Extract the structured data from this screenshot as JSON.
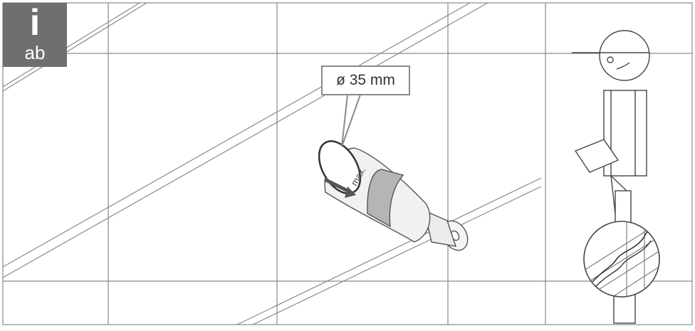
{
  "badge": {
    "icon_letter": "i",
    "text": "ab"
  },
  "callout": {
    "label": "ø 35 mm"
  },
  "tool": {
    "marking": "max."
  },
  "colors": {
    "badge_bg": "#6f6f6f",
    "line": "#777777",
    "band": "#b5b5b5",
    "callout_border": "#8a8a8a"
  },
  "icons": {
    "person": "inspector-figure-icon",
    "magnifier": "cracked-tile-magnifier-icon"
  }
}
